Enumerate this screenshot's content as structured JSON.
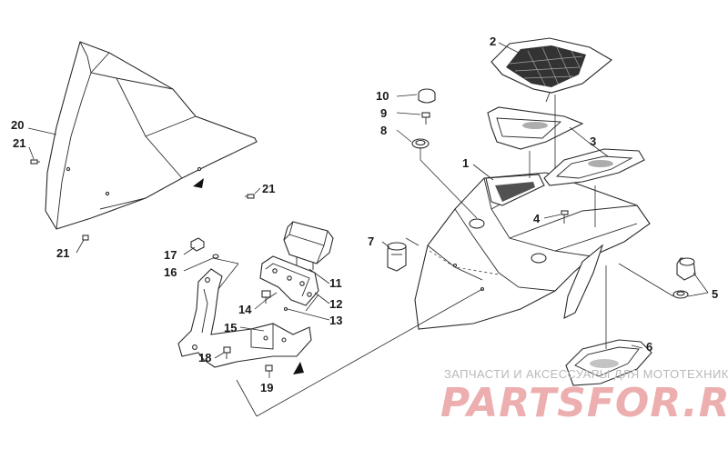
{
  "callouts": {
    "c1": "1",
    "c2": "2",
    "c3": "3",
    "c4": "4",
    "c5": "5",
    "c6": "6",
    "c7": "7",
    "c8": "8",
    "c9": "9",
    "c10": "10",
    "c11": "11",
    "c12": "12",
    "c13": "13",
    "c14": "14",
    "c15": "15",
    "c16": "16",
    "c17": "17",
    "c18": "18",
    "c19": "19",
    "c20": "20",
    "c21a": "21",
    "c21b": "21",
    "c21c": "21"
  },
  "watermark": {
    "tagline": "ЗАПЧАСТИ И АКСЕССУАРЫ ДЛЯ МОТОТЕХНИКИ",
    "brand": "PARTSFOR.RU"
  },
  "colors": {
    "line": "#2a2a2a",
    "watermark_brand": "#e9a0a0",
    "watermark_text": "#b9b9b9"
  }
}
